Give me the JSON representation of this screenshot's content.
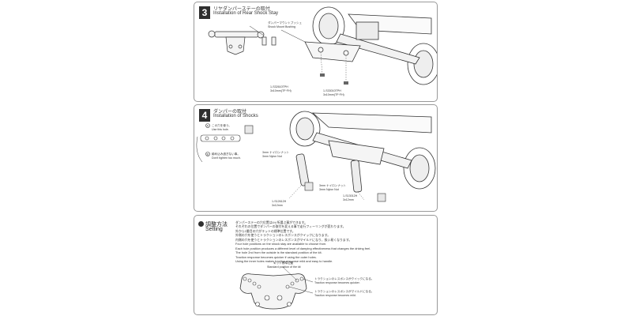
{
  "step3": {
    "number": "3",
    "title_jp": "リヤダンパーステーの取付",
    "title_en": "Installation of Rear Shock Stay",
    "callout_bushing_jp": "ダンパーマウントブッシュ",
    "callout_bushing_en": "Shock Mount Bushing",
    "callout_screw_a_code": "1-S32610TPH",
    "callout_screw_a_size": "3x10mm(TP·FH)",
    "callout_screw_b_code": "1-S33010TPH",
    "callout_screw_b_size": "3x10mm(TP·FH)"
  },
  "step4": {
    "number": "4",
    "title_jp": "ダンパーの取付",
    "title_en": "Installation of Shocks",
    "note_a_jp": "この穴を使う。",
    "note_a_en": "Use this hole.",
    "note_b_jp": "締め込み過ぎない事。",
    "note_b_en": "Don't tighten too much.",
    "nut_upper_jp": "3mm ナイロンナット",
    "nut_upper_en": "3mm Nylon Nut",
    "nut_lower_jp": "3mm ナイロンナット",
    "nut_lower_en": "3mm Nylon Nut",
    "screw_left_code": "1-S12612H",
    "screw_left_size": "3x12mm",
    "screw_right_code": "1-S13012H",
    "screw_right_size": "3x12mm"
  },
  "setting": {
    "title_jp": "調整方法",
    "title_en": "Setting",
    "lines": [
      "ダンパーステーの穴位置は4ヶ所選ぶ事ができます。",
      "それぞれの位置でダンパーの取付を変える事で走行フィーリングが変わります。",
      "外から2番目の穴がキットの標準位置です。",
      "外側の穴を使うとトラクションのレスポンスがクイックになります。",
      "内側の穴を使うとトラクションのレスポンスがマイルドになり、扱い易くなります。",
      "Four hole positions on the shock stay are available to choose from.",
      "Each hole position produces a different level of damping effectiveness that changes the driving feel.",
      "The hole 2nd from the outside is the standard position of the kit.",
      "Traction response becomes quicker if using the outer holes.",
      "Using the inner holes makes traction response mild and easy to handle."
    ],
    "std_jp": "キット標準位置",
    "std_en": "Standard position of the kit",
    "quick_jp": "トラクションのレスポンスがクイックになる。",
    "quick_en": "Traction response becomes quicker.",
    "mild_jp": "トラクションのレスポンスがマイルドになる。",
    "mild_en": "Traction response becomes mild."
  }
}
